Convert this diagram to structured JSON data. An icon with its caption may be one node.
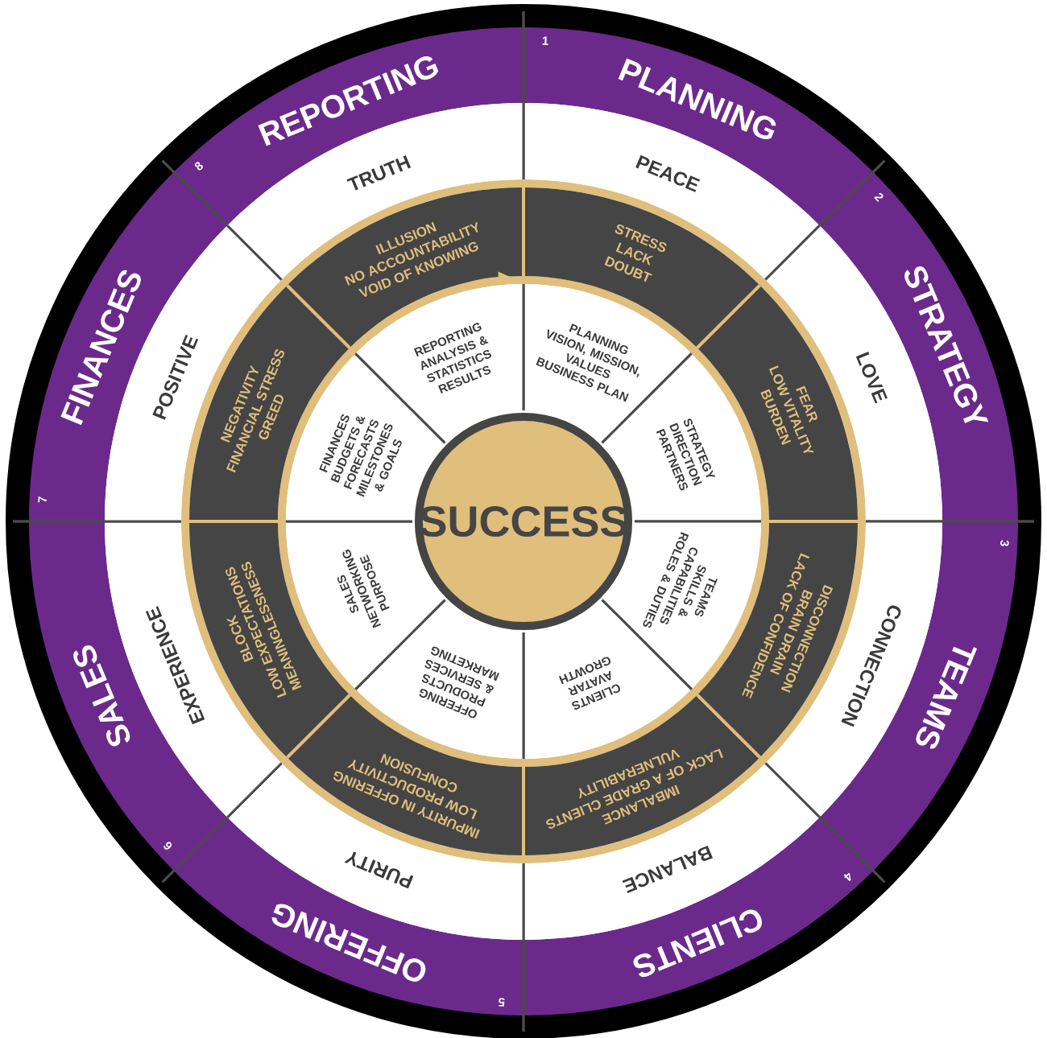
{
  "diagram": {
    "nodes": [
      {
        "text": [
          "1",
          "PLANNING"
        ]
      },
      {
        "text": [
          "2",
          "STRATEGY"
        ]
      },
      {
        "text": [
          "3",
          "TEAMS"
        ]
      },
      {
        "text": [
          "4",
          "CLIENTS"
        ]
      },
      {
        "text": [
          "5",
          "OFFERING"
        ]
      },
      {
        "text": [
          "6",
          "SALES"
        ]
      },
      {
        "text": [
          "7",
          "FINANCES"
        ]
      },
      {
        "text": [
          "8",
          "REPORTING"
        ]
      },
      {
        "text": [
          "PEACE"
        ]
      },
      {
        "text": [
          "LOVE"
        ]
      },
      {
        "text": [
          "CONNECTION"
        ]
      },
      {
        "text": [
          "BALANCE"
        ]
      },
      {
        "text": [
          "PURITY"
        ]
      },
      {
        "text": [
          "EXPERIENCE"
        ]
      },
      {
        "text": [
          "POSITIVE"
        ]
      },
      {
        "text": [
          "TRUTH"
        ]
      },
      {
        "text": [
          "STRESS",
          "LACK",
          "DOUBT"
        ]
      },
      {
        "text": [
          "FEAR",
          "LOW VITALITY",
          "BURDEN"
        ]
      },
      {
        "text": [
          "DISCONNECTION",
          "BRAIN DRAIN",
          "LACK OF CONFIDENCE"
        ]
      },
      {
        "text": [
          "IMBALANCE",
          "LACK OF A GRADE CLIENTS",
          "VULNERABILITY"
        ]
      },
      {
        "text": [
          "IMPURITY IN OFFERING",
          "LOW PRODUCTIVITY",
          "CONFUSION"
        ]
      },
      {
        "text": [
          "BLOCK",
          "LOW EXPECTATIONS",
          "MEANINGLESSNESS"
        ]
      },
      {
        "text": [
          "NEGATIVITY",
          "FINANCIAL STRESS",
          "GREED"
        ]
      },
      {
        "text": [
          "ILLUSION",
          "NO ACCOUNTABILITY",
          "VOID OF KNOWING"
        ]
      },
      {
        "text": [
          "PLANNING",
          "VISION, MISSION, VALUES",
          "BUSINESS PLAN"
        ]
      },
      {
        "text": [
          "STRATEGY",
          "DIRECTION",
          "PARTNERS"
        ]
      },
      {
        "text": [
          "TEAMS",
          "SKILLS & CAPABILITIES",
          "ROLES & DUTIES"
        ]
      },
      {
        "text": [
          "CLIENTS",
          "AVATAR",
          "GROWTH"
        ]
      },
      {
        "text": [
          "OFFERING",
          "PRODUCTS & SERVICES",
          "MARKETING"
        ]
      },
      {
        "text": [
          "SALES",
          "NETWORKING",
          "PURPOSE"
        ]
      },
      {
        "text": [
          "FINANCES",
          "BUDGETS & FORECASTS",
          "MILESTONES & GOALS"
        ]
      },
      {
        "text": [
          "REPORTING",
          "ANALYSIS & STATISTICS",
          "RESULTS"
        ]
      },
      {
        "text": [
          "SUCCESS"
        ]
      }
    ]
  }
}
